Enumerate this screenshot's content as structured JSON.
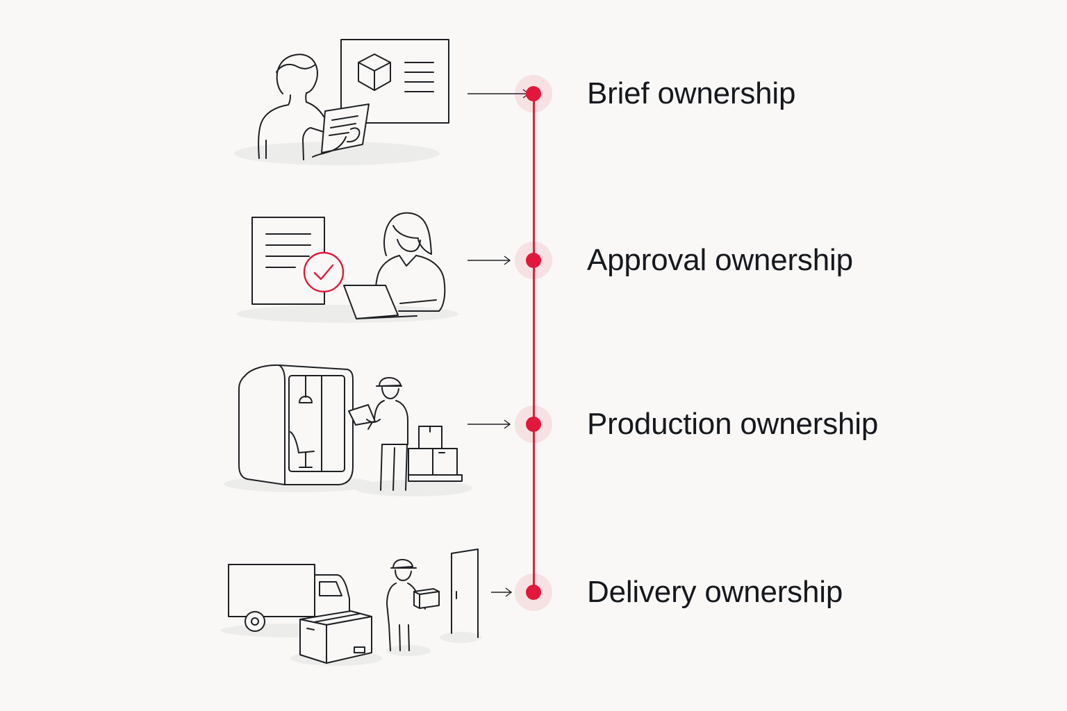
{
  "accent_color": "#e3173a",
  "steps": [
    {
      "label": "Brief ownership",
      "icon": "person-reviewing-brief-icon"
    },
    {
      "label": "Approval ownership",
      "icon": "approved-document-laptop-icon"
    },
    {
      "label": "Production ownership",
      "icon": "booth-production-worker-icon"
    },
    {
      "label": "Delivery ownership",
      "icon": "truck-courier-delivery-icon"
    }
  ]
}
